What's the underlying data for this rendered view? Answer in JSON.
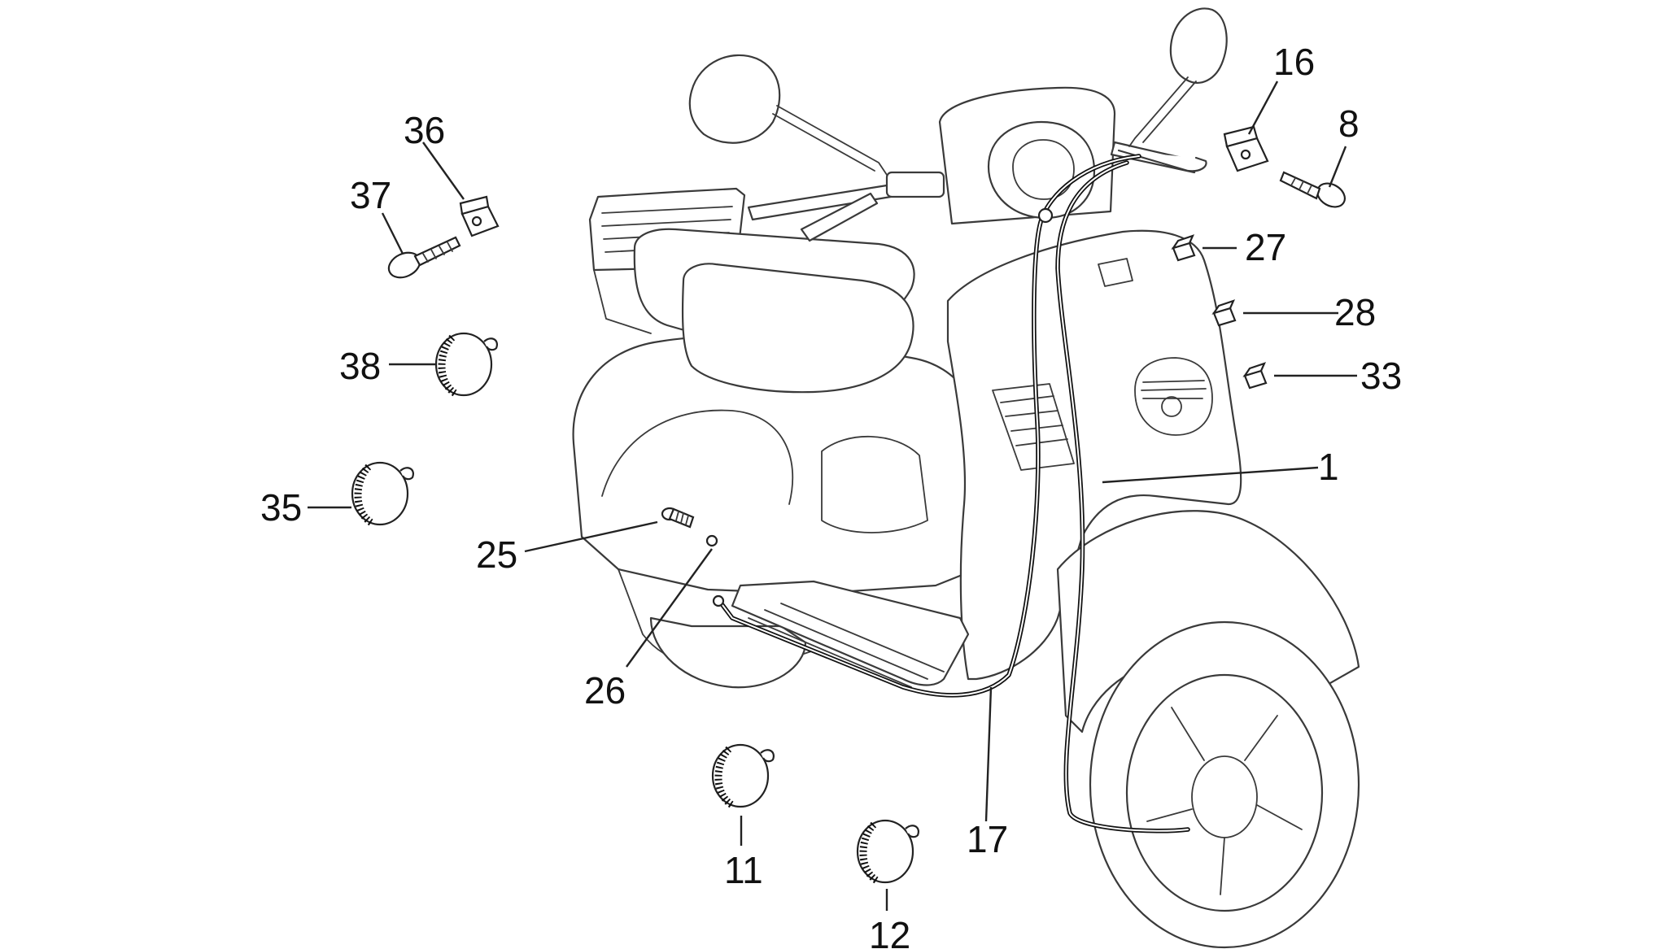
{
  "callouts": [
    {
      "id": "c1",
      "label": "1"
    },
    {
      "id": "c8",
      "label": "8"
    },
    {
      "id": "c11",
      "label": "11"
    },
    {
      "id": "c12",
      "label": "12"
    },
    {
      "id": "c16",
      "label": "16"
    },
    {
      "id": "c17",
      "label": "17"
    },
    {
      "id": "c25",
      "label": "25"
    },
    {
      "id": "c26",
      "label": "26"
    },
    {
      "id": "c27",
      "label": "27"
    },
    {
      "id": "c28",
      "label": "28"
    },
    {
      "id": "c33",
      "label": "33"
    },
    {
      "id": "c35",
      "label": "35"
    },
    {
      "id": "c36",
      "label": "36"
    },
    {
      "id": "c37",
      "label": "37"
    },
    {
      "id": "c38",
      "label": "38"
    }
  ],
  "colors": {
    "background": "#ffffff",
    "line": "#3a3a3a",
    "cable": "#111111",
    "label": "#111111"
  }
}
